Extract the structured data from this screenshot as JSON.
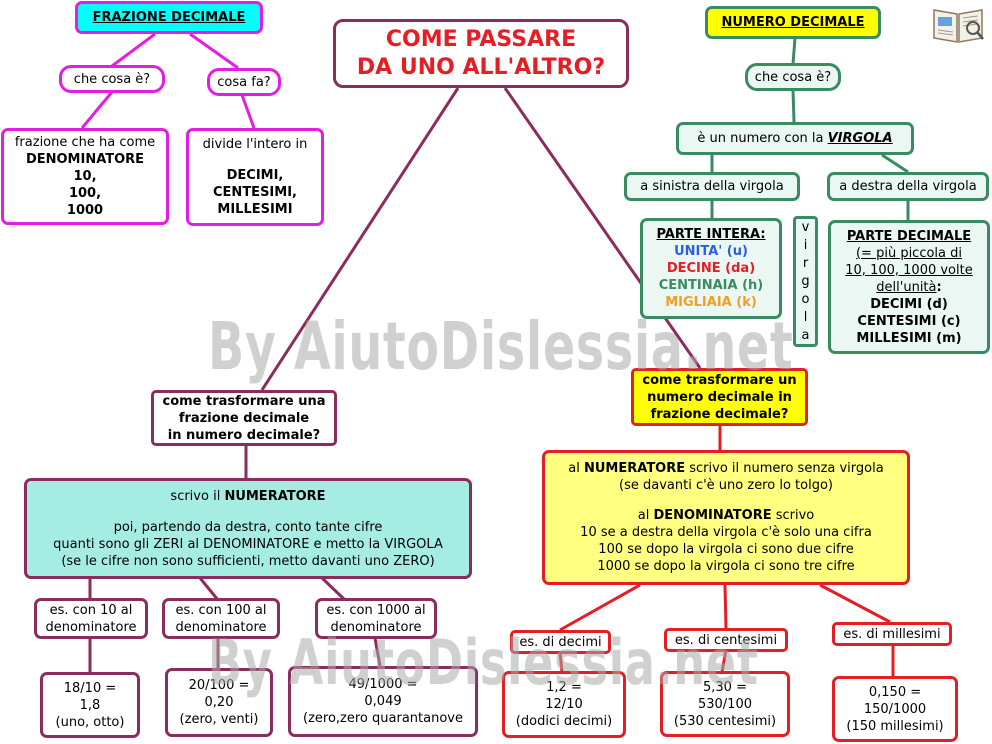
{
  "title": {
    "line1": "COME PASSARE",
    "line2": "DA UNO ALL'ALTRO?"
  },
  "left": {
    "header": "FRAZIONE DECIMALE",
    "what_q": "che cosa è?",
    "does_q": "cosa fa?",
    "what_a": {
      "line1": "frazione che ha come",
      "line2": "DENOMINATORE",
      "line3": "10,",
      "line4": "100,",
      "line5": "1000"
    },
    "does_a": {
      "line1": "divide l'intero in",
      "line2": "DECIMI,",
      "line3": "CENTESIMI,",
      "line4": "MILLESIMI"
    }
  },
  "right": {
    "header": "NUMERO DECIMALE",
    "what_q": "che cosa è?",
    "what_a_prefix": "è un numero con la ",
    "what_a_em": "VIRGOLA",
    "left_of": "a sinistra della virgola",
    "right_of": "a destra della virgola",
    "integer_part": {
      "title": "PARTE INTERA:",
      "u": "UNITA' (u)",
      "da": "DECINE (da)",
      "h": "CENTINAIA (h)",
      "k": "MIGLIAIA (k)"
    },
    "virgola_letters": [
      "v",
      "i",
      "r",
      "g",
      "o",
      "l",
      "a"
    ],
    "decimal_part": {
      "title": "PARTE DECIMALE",
      "l1": "(= più piccola di",
      "l2": "10, 100, 1000 volte",
      "l3": "dell'unità",
      "l3_colon": ":",
      "d": "DECIMI (d)",
      "c": "CENTESIMI (c)",
      "m": "MILLESIMI (m)"
    }
  },
  "frac_to_dec": {
    "question": {
      "l1": "come trasformare una",
      "l2": "frazione decimale",
      "l3": "in numero decimale?"
    },
    "rule": {
      "l1a": "scrivo il ",
      "l1b": "NUMERATORE",
      "l2": "poi, partendo da destra, conto tante cifre",
      "l3": "quanti sono gli ZERI al DENOMINATORE e metto la VIRGOLA",
      "l4": "(se le cifre non sono sufficienti, metto davanti uno ZERO)"
    },
    "examples": [
      {
        "label1": "es. con 10 al",
        "label2": "denominatore",
        "r1": "18/10 =",
        "r2": "1,8",
        "r3": "(uno, otto)"
      },
      {
        "label1": "es. con 100 al",
        "label2": "denominatore",
        "r1": "20/100 =",
        "r2": "0,20",
        "r3": "(zero, venti)"
      },
      {
        "label1": "es. con 1000 al",
        "label2": "denominatore",
        "r1": "49/1000 =",
        "r2": "0,049",
        "r3": "(zero,zero quarantanove"
      }
    ]
  },
  "dec_to_frac": {
    "question": {
      "l1": "come trasformare un",
      "l2": "numero decimale in",
      "l3": "frazione decimale?"
    },
    "rule": {
      "l1a": "al ",
      "l1b": "NUMERATORE",
      "l1c": " scrivo il numero senza virgola",
      "l2": "(se davanti c'è uno zero lo tolgo)",
      "l3a": "al ",
      "l3b": "DENOMINATORE",
      "l3c": " scrivo",
      "l4": "10 se a destra della virgola c'è solo una cifra",
      "l5": "100 se dopo la virgola ci sono due cifre",
      "l6": "1000 se dopo la virgola ci sono tre cifre"
    },
    "examples": [
      {
        "label": "es. di decimi",
        "r1": "1,2 =",
        "r2": "12/10",
        "r3": "(dodici decimi)"
      },
      {
        "label": "es. di centesimi",
        "r1": "5,30 =",
        "r2": "530/100",
        "r3": "(530 centesimi)"
      },
      {
        "label": "es. di millesimi",
        "r1": "0,150 =",
        "r2": "150/1000",
        "r3": "(150 millesimi)"
      }
    ]
  },
  "watermark": "By AiutoDislessia.net",
  "colors": {
    "magenta": "#e31ee3",
    "cyan": "#00ffff",
    "yellow": "#ffff00",
    "green": "#3a8a62",
    "mint": "#eaf7f3",
    "teal_fill": "#a5ede2",
    "purple": "#8a2d5e",
    "red": "#e31e24",
    "light_yellow": "#ffff80",
    "blue": "#2b5fe0",
    "orange": "#f0a020",
    "title_red": "#e31e24"
  },
  "icons": {
    "corner": "book-magnifier-icon"
  }
}
